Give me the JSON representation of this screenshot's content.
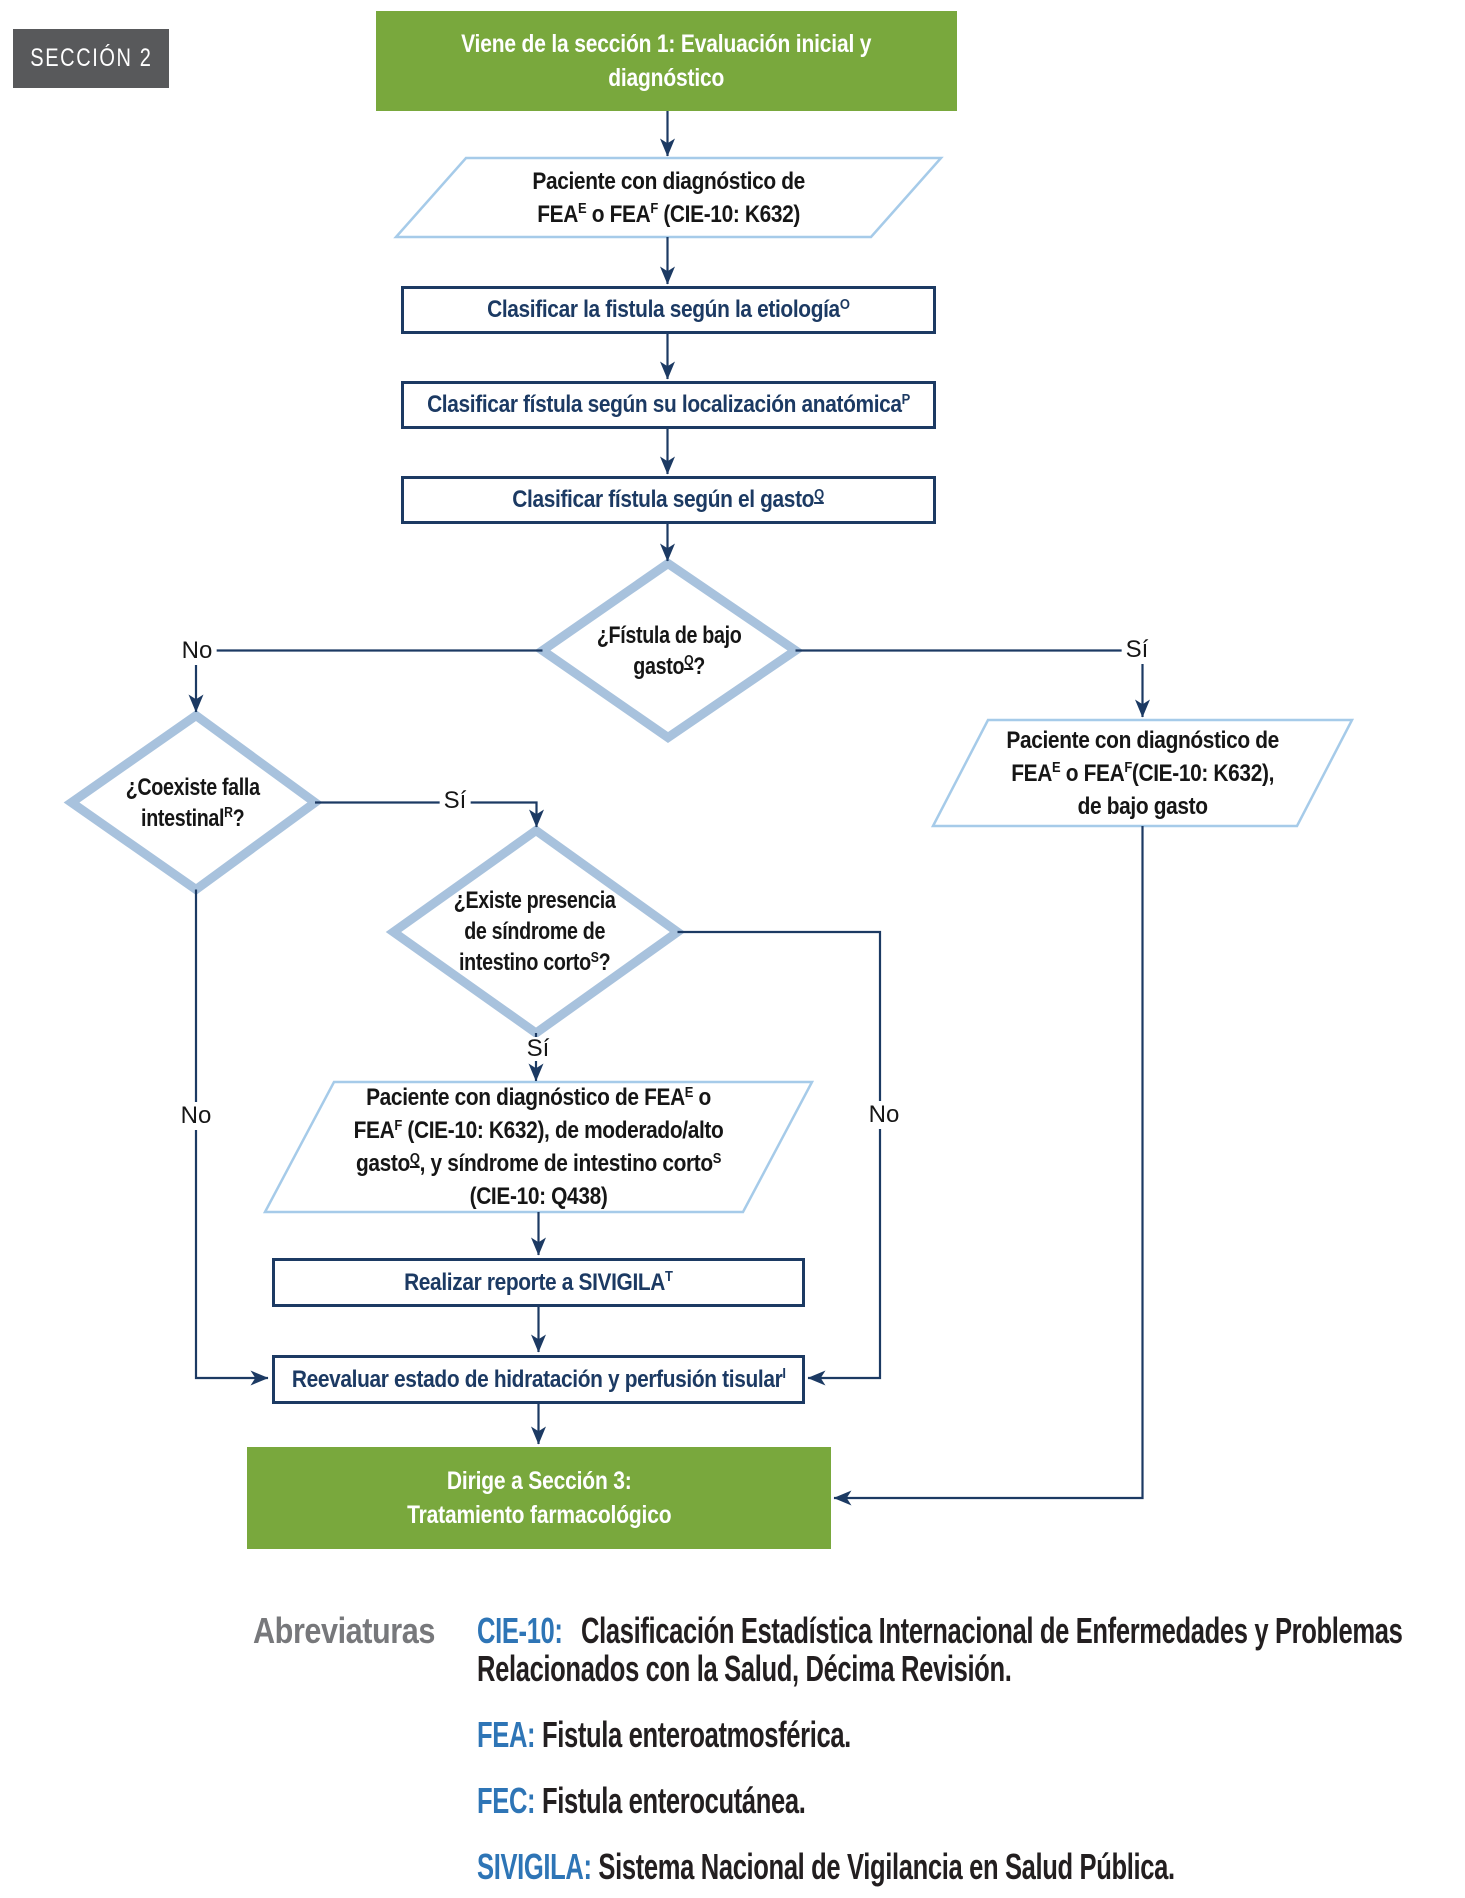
{
  "colors": {
    "green": "#79a83d",
    "navy": "#1c3a63",
    "text-dark": "#161616",
    "diamond-border": "#a8c2dd",
    "para-border": "#a6cbe9",
    "badge-gray": "#58595b",
    "abbr-blue": "#2e75b6",
    "abbr-gray": "#77787b",
    "abbr-black": "#231f20"
  },
  "section_badge": "SECCIÓN 2",
  "nodes": {
    "start": {
      "lines": [
        [
          {
            "t": "Viene de la sección 1: Evaluación inicial y"
          }
        ],
        [
          {
            "t": "diagnóstico"
          }
        ]
      ]
    },
    "para_diagnosis": {
      "lines": [
        [
          {
            "t": "Paciente con diagnóstico de"
          }
        ],
        [
          {
            "t": "FEA"
          },
          {
            "s": "E"
          },
          {
            "t": " o FEA"
          },
          {
            "s": "F"
          },
          {
            "t": " (CIE-10: K632)"
          }
        ]
      ]
    },
    "rect_etiologia": {
      "lines": [
        [
          {
            "t": "Clasificar la fistula según la etiología"
          },
          {
            "s": "O"
          }
        ]
      ]
    },
    "rect_localizacion": {
      "lines": [
        [
          {
            "t": "Clasificar fístula según su localización anatómica"
          },
          {
            "s": "P"
          }
        ]
      ]
    },
    "rect_gasto": {
      "lines": [
        [
          {
            "t": "Clasificar fístula según el gasto"
          },
          {
            "s": "Q",
            "u": true
          }
        ]
      ]
    },
    "diamond_bajo_gasto": {
      "lines": [
        [
          {
            "t": "¿Fístula de bajo"
          }
        ],
        [
          {
            "t": "gasto"
          },
          {
            "s": "Q",
            "u": true
          },
          {
            "t": "?"
          }
        ]
      ]
    },
    "diamond_falla_intestinal": {
      "lines": [
        [
          {
            "t": "¿Coexiste falla"
          }
        ],
        [
          {
            "t": "intestinal"
          },
          {
            "s": "R"
          },
          {
            "t": "?"
          }
        ]
      ]
    },
    "diamond_intestino_corto": {
      "lines": [
        [
          {
            "t": "¿Existe presencia"
          }
        ],
        [
          {
            "t": "de síndrome de"
          }
        ],
        [
          {
            "t": "intestino corto"
          },
          {
            "s": "S"
          },
          {
            "t": "?"
          }
        ]
      ]
    },
    "para_bajo_gasto": {
      "lines": [
        [
          {
            "t": "Paciente con diagnóstico de"
          }
        ],
        [
          {
            "t": "FEA"
          },
          {
            "s": "E"
          },
          {
            "t": " o FEA"
          },
          {
            "s": "F"
          },
          {
            "t": "(CIE-10: K632),"
          }
        ],
        [
          {
            "t": "de bajo gasto"
          }
        ]
      ]
    },
    "para_moderado_alto": {
      "lines": [
        [
          {
            "t": "Paciente con diagnóstico de FEA"
          },
          {
            "s": "E"
          },
          {
            "t": " o"
          }
        ],
        [
          {
            "t": "FEA"
          },
          {
            "s": "F"
          },
          {
            "t": " (CIE-10: K632), de moderado/alto"
          }
        ],
        [
          {
            "t": "gasto"
          },
          {
            "s": "Q",
            "u": true
          },
          {
            "t": ", y síndrome de intestino corto"
          },
          {
            "s": "S"
          }
        ],
        [
          {
            "t": "(CIE-10: Q438)"
          }
        ]
      ]
    },
    "rect_sivigila": {
      "lines": [
        [
          {
            "t": "Realizar reporte a SIVIGILA"
          },
          {
            "s": "T"
          }
        ]
      ]
    },
    "rect_reevaluar": {
      "lines": [
        [
          {
            "t": "Reevaluar estado de hidratación y perfusión tisular"
          },
          {
            "s": "I"
          }
        ]
      ]
    },
    "end": {
      "lines": [
        [
          {
            "t": "Dirige a Sección 3:"
          }
        ],
        [
          {
            "t": "Tratamiento farmacológico"
          }
        ]
      ]
    }
  },
  "edge_labels": {
    "no1": "No",
    "si1": "Sí",
    "si2": "Sí",
    "si3": "Sí",
    "no2": "No",
    "no3": "No"
  },
  "abbreviations": {
    "title": "Abreviaturas",
    "items": [
      {
        "label": "CIE-10:",
        "line1": "Clasificación Estadística Internacional de Enfermedades y Problemas",
        "line2": "Relacionados con la Salud, Décima Revisión."
      },
      {
        "label": "FEA:",
        "line1": "Fistula enteroatmosférica."
      },
      {
        "label": "FEC:",
        "line1": "Fistula enterocutánea."
      },
      {
        "label": "SIVIGILA:",
        "line1": "Sistema Nacional de Vigilancia en Salud Pública."
      }
    ]
  }
}
